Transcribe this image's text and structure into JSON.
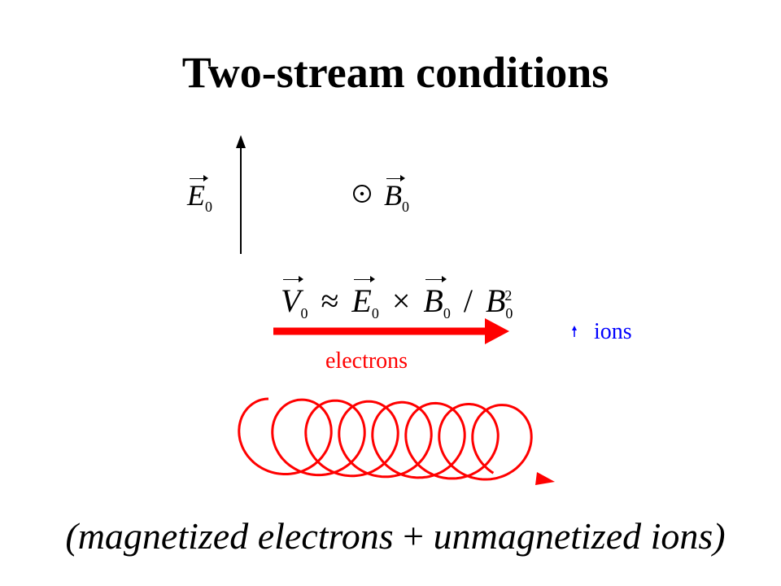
{
  "title": "Two-stream conditions",
  "fields": {
    "e_symbol": "E",
    "e_sub": "0",
    "b_symbol": "B",
    "b_sub": "0"
  },
  "equation": {
    "v_symbol": "V",
    "v_sub": "0",
    "approx": "≈",
    "e_symbol": "E",
    "e_sub": "0",
    "times": "×",
    "b_symbol": "B",
    "b_sub": "0",
    "slash": "/",
    "b2_symbol": "B",
    "b2_sub": "0",
    "b2_sup": "2"
  },
  "labels": {
    "electrons": "electrons",
    "ions": "ions"
  },
  "caption": {
    "part1": "(magnetized electrons",
    "plus": "+",
    "part2": "unmagnetized ions)"
  },
  "colors": {
    "electron": "#ff0000",
    "ion": "#0000ff",
    "text": "#000000"
  },
  "icons": [
    "e-field-arrow-icon",
    "odot-icon",
    "electron-drift-arrow-icon",
    "ion-arrow-icon",
    "gyration-helix-icon"
  ]
}
